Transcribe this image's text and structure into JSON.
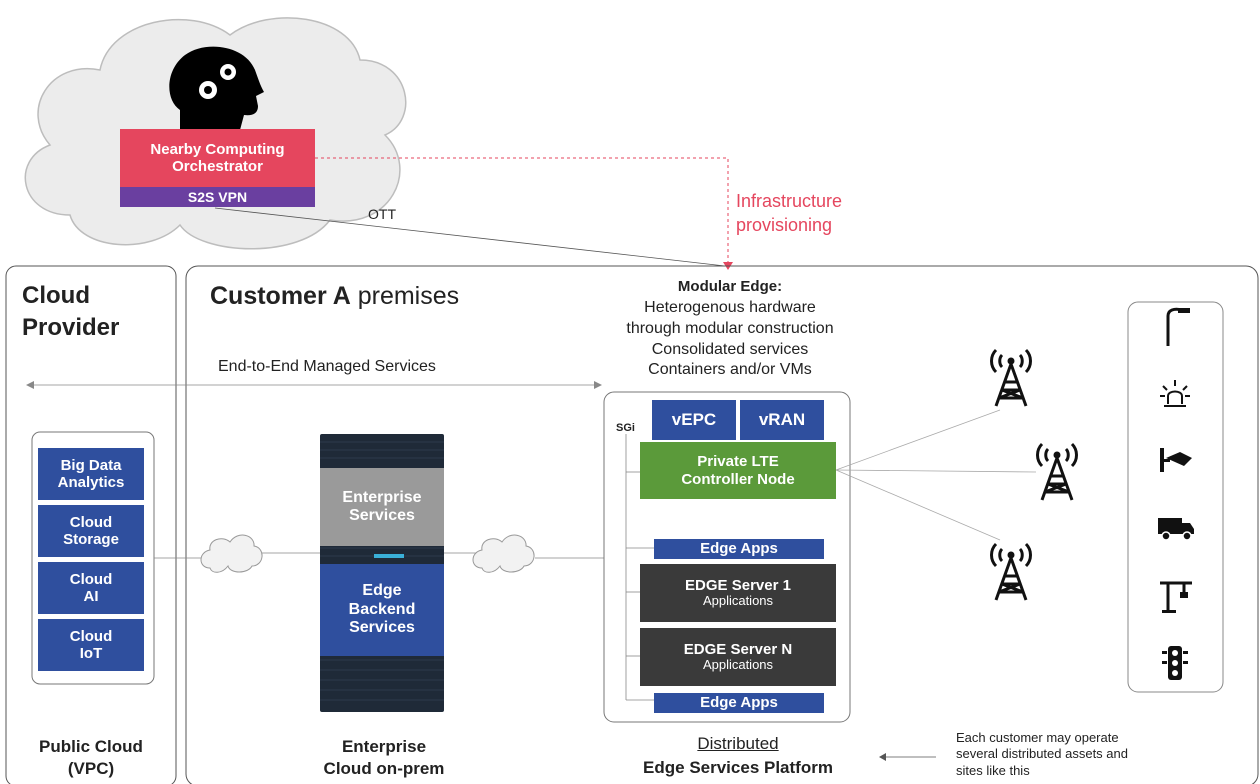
{
  "orchestrator": {
    "title": "Nearby Computing\nOrchestrator",
    "vpn": "S2S VPN",
    "ott": "OTT"
  },
  "provisioning": "Infrastructure\nprovisioning",
  "cloud_provider": {
    "title": "Cloud\nProvider",
    "services": [
      "Big Data\nAnalytics",
      "Cloud\nStorage",
      "Cloud\nAI",
      "Cloud\nIoT"
    ],
    "footer": "Public Cloud\n(VPC)"
  },
  "customer": {
    "title_bold": "Customer A",
    "title_rest": " premises",
    "managed": "End-to-End Managed Services",
    "enterprise_services": "Enterprise\nServices",
    "edge_backend": "Edge\nBackend\nServices",
    "footer": "Enterprise\nCloud on-prem"
  },
  "modular_edge": {
    "title": "Modular Edge:",
    "lines": "Heterogenous hardware\nthrough modular construction\nConsolidated services\nContainers and/or VMs"
  },
  "edge_platform": {
    "vepc": "vEPC",
    "vran": "vRAN",
    "sgi": "SGi",
    "lte": "Private LTE\nController Node",
    "edge_apps": "Edge Apps",
    "server1_title": "EDGE Server 1",
    "server1_sub": "Applications",
    "servern_title": "EDGE Server N",
    "servern_sub": "Applications",
    "footer_top": "Distributed",
    "footer_bottom": "Edge Services Platform"
  },
  "assets_note": "Each customer may operate\nseveral distributed assets and\nsites like this",
  "colors": {
    "accent_red": "#e5465e",
    "blue": "#2f4f9e",
    "green": "#5b9a3a",
    "purple": "#6a3fa0"
  }
}
